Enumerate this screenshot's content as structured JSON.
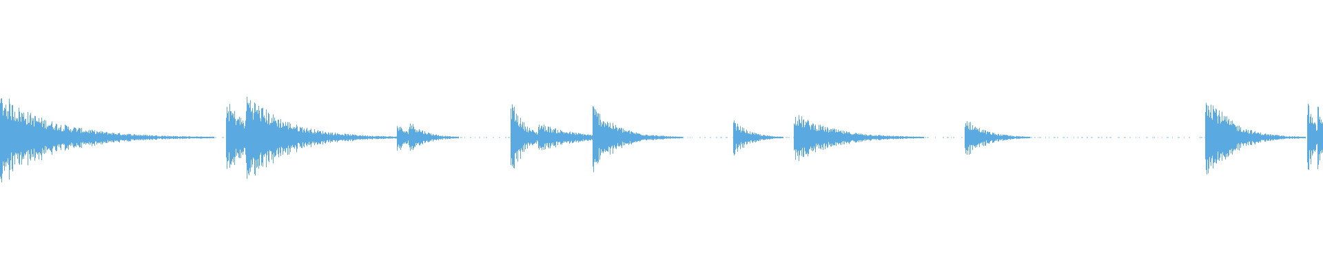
{
  "waveform": {
    "color": "#5aa9e0",
    "background": "#ffffff",
    "silence_style": "dotted",
    "events": [
      {
        "start": 0.0,
        "amplitude": 0.34,
        "decay": 0.04
      },
      {
        "start": 0.007,
        "amplitude": 0.3,
        "decay": 0.02
      },
      {
        "start": 0.027,
        "amplitude": 0.1,
        "decay": 0.015
      },
      {
        "start": 0.171,
        "amplitude": 0.3,
        "decay": 0.018
      },
      {
        "start": 0.186,
        "amplitude": 0.36,
        "decay": 0.03
      },
      {
        "start": 0.3,
        "amplitude": 0.12,
        "decay": 0.008
      },
      {
        "start": 0.309,
        "amplitude": 0.14,
        "decay": 0.012
      },
      {
        "start": 0.386,
        "amplitude": 0.32,
        "decay": 0.01
      },
      {
        "start": 0.407,
        "amplitude": 0.12,
        "decay": 0.025
      },
      {
        "start": 0.448,
        "amplitude": 0.26,
        "decay": 0.018
      },
      {
        "start": 0.554,
        "amplitude": 0.14,
        "decay": 0.012
      },
      {
        "start": 0.6,
        "amplitude": 0.2,
        "decay": 0.028
      },
      {
        "start": 0.729,
        "amplitude": 0.16,
        "decay": 0.015
      },
      {
        "start": 0.911,
        "amplitude": 0.4,
        "decay": 0.018
      },
      {
        "start": 0.988,
        "amplitude": 0.3,
        "decay": 0.006
      },
      {
        "start": 0.996,
        "amplitude": 0.3,
        "decay": 0.004
      }
    ]
  }
}
